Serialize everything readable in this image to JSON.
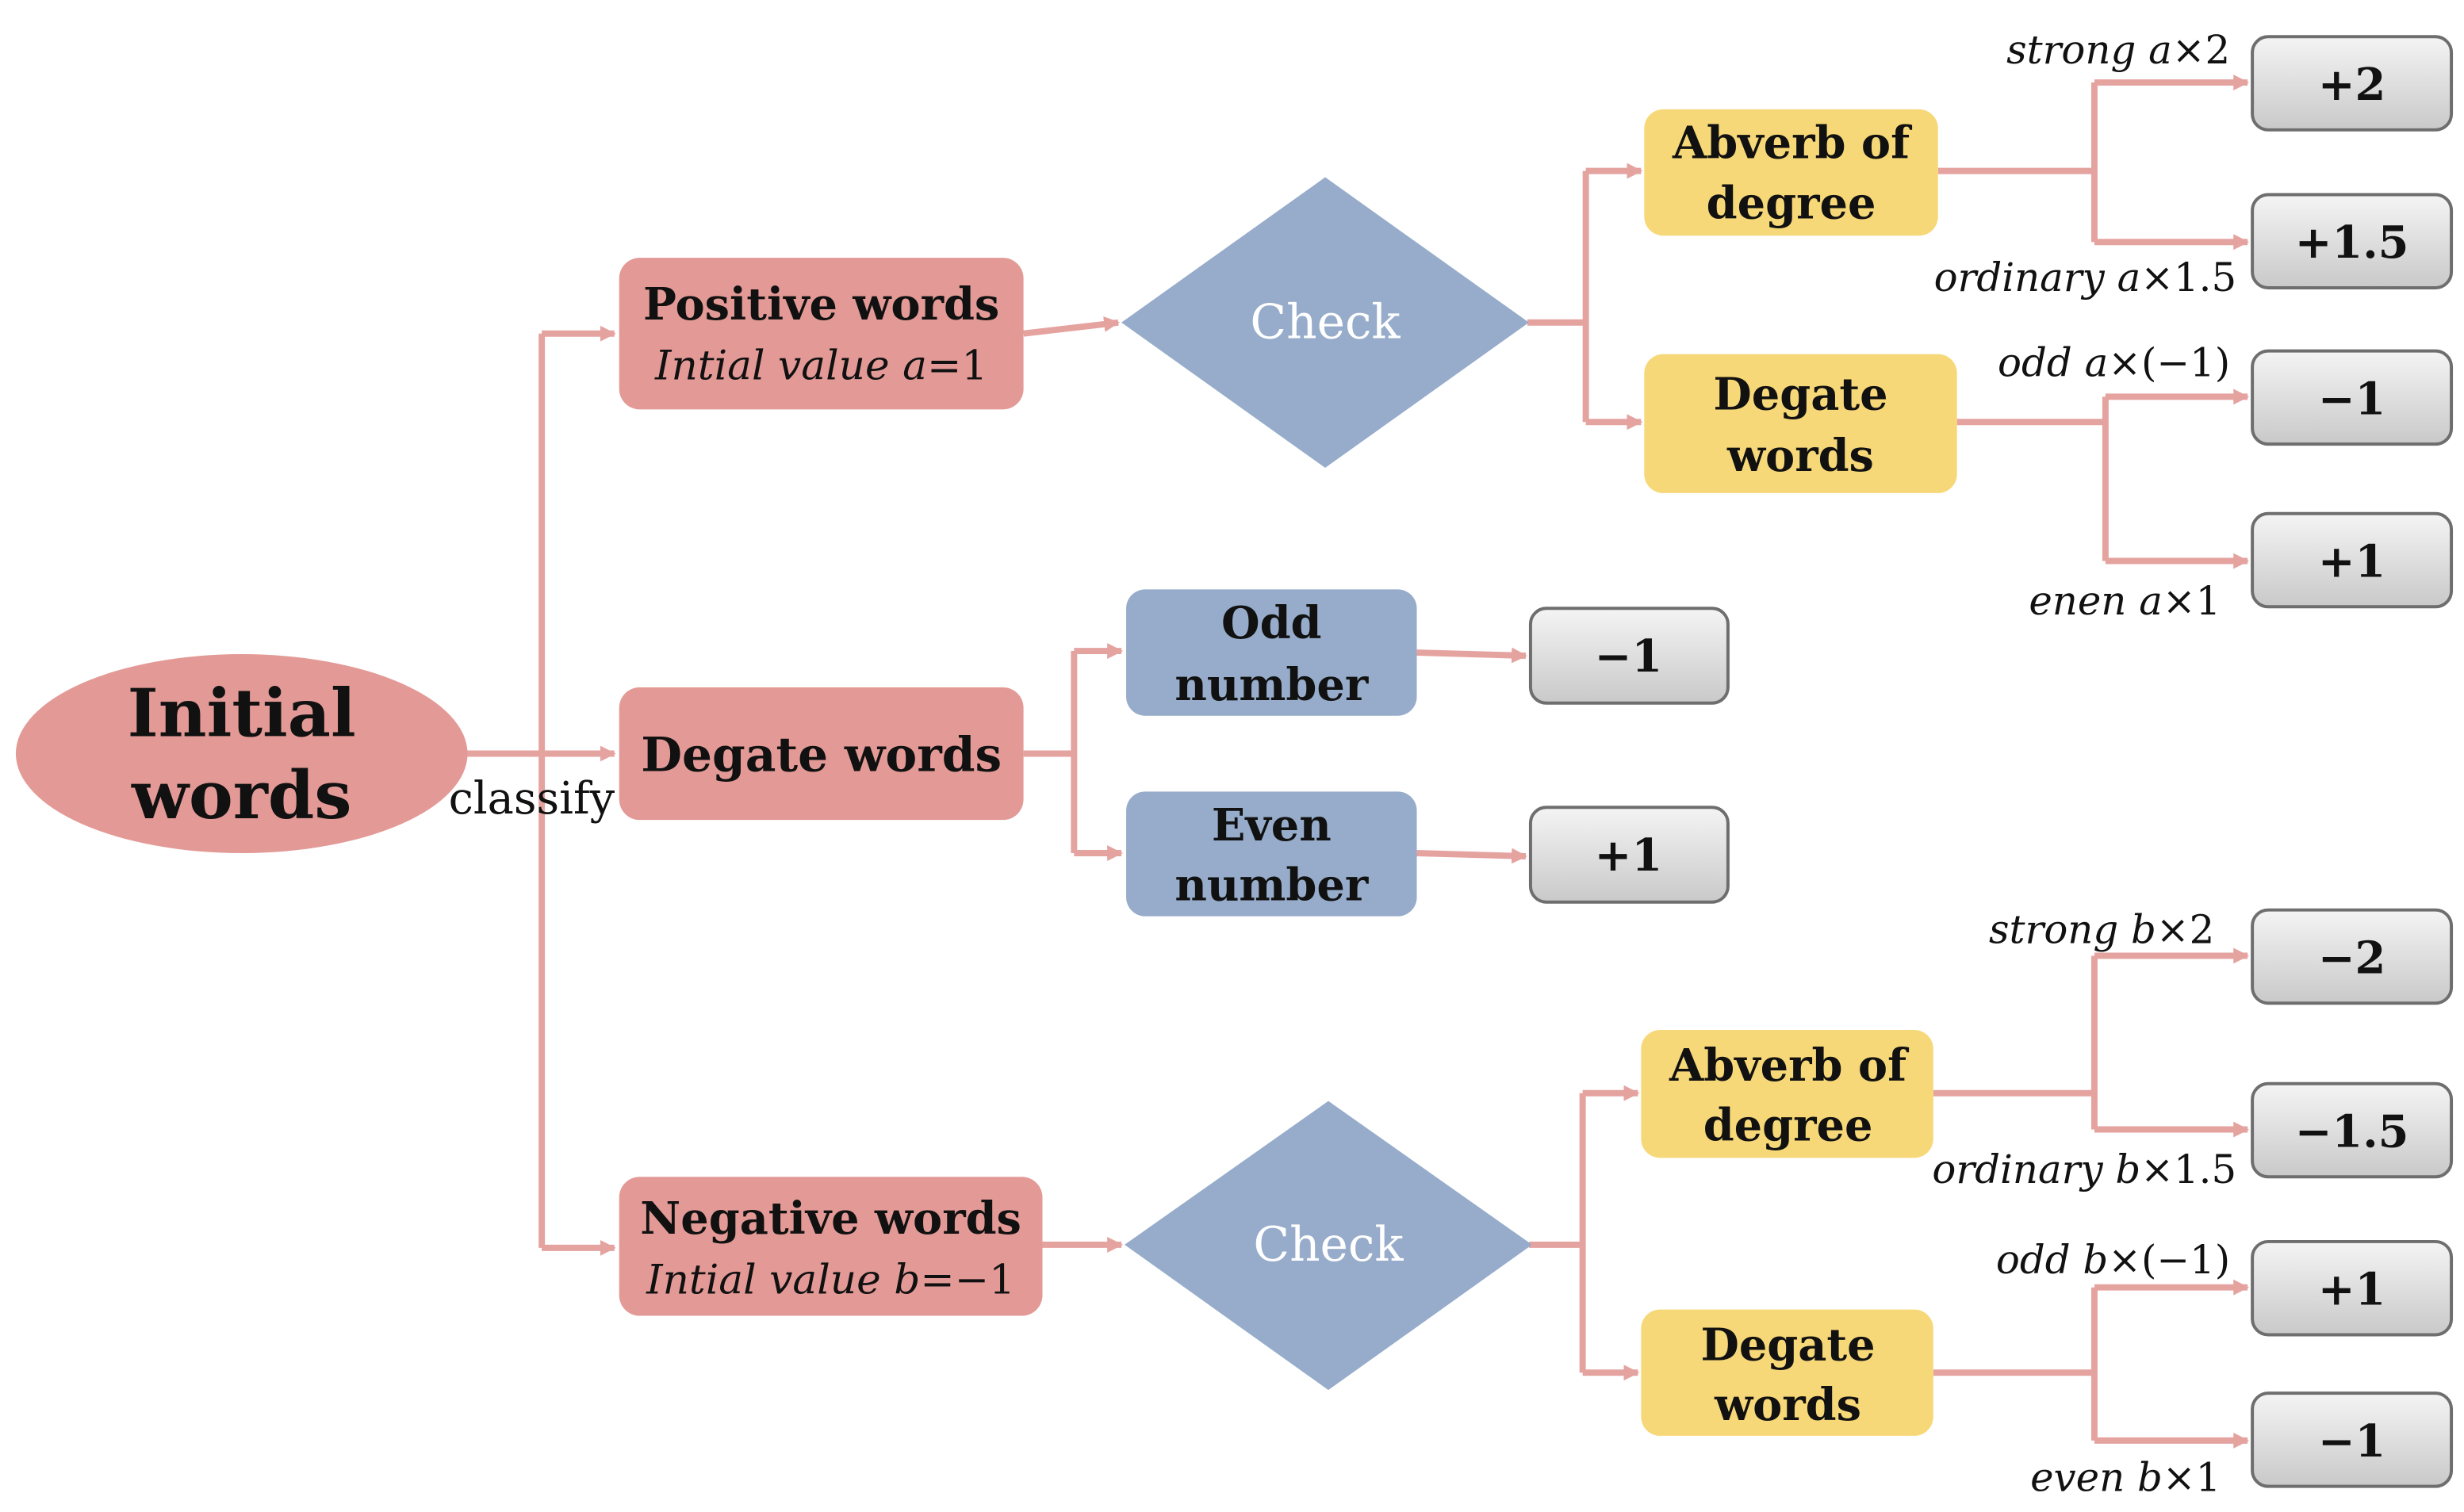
{
  "colors": {
    "pink": "#e39a96",
    "blue": "#96acca",
    "yellow": "#f7d878",
    "gray_box": "#d9d9d9",
    "connector": "#e5a3a0"
  },
  "root": {
    "line1": "Initial",
    "line2": "words"
  },
  "classify_label": "classify",
  "positive": {
    "title": "Positive words",
    "init_prefix": "Intial value ",
    "init_var": "a",
    "init_suffix": "=1",
    "check": "Check",
    "adverb": {
      "line1": "Abverb of",
      "line2": "degree"
    },
    "degate": {
      "line1": "Degate",
      "line2": "words"
    },
    "rules": [
      {
        "word": "strong ",
        "var": "a",
        "op": "×2",
        "result": "+2"
      },
      {
        "word": "ordinary ",
        "var": "a",
        "op": "×1.5",
        "result": "+1.5"
      },
      {
        "word": "odd ",
        "var": "a",
        "op": "×(−1)",
        "result": "−1"
      },
      {
        "word": "enen ",
        "var": "a",
        "op": "×1",
        "result": "+1"
      }
    ]
  },
  "degate_middle": {
    "title": "Degate words",
    "odd": {
      "line1": "Odd",
      "line2": "number",
      "result": "−1"
    },
    "even": {
      "line1": "Even",
      "line2": "number",
      "result": "+1"
    }
  },
  "negative": {
    "title": "Negative words",
    "init_prefix": "Intial value ",
    "init_var": "b",
    "init_suffix": "=−1",
    "check": "Check",
    "adverb": {
      "line1": "Abverb of",
      "line2": "degree"
    },
    "degate": {
      "line1": "Degate",
      "line2": "words"
    },
    "rules": [
      {
        "word": "strong ",
        "var": "b",
        "op": "×2",
        "result": "−2"
      },
      {
        "word": "ordinary ",
        "var": "b",
        "op": "×1.5",
        "result": "−1.5"
      },
      {
        "word": "odd ",
        "var": "b",
        "op": "×(−1)",
        "result": "+1"
      },
      {
        "word": "even ",
        "var": "b",
        "op": "×1",
        "result": "−1"
      }
    ]
  }
}
